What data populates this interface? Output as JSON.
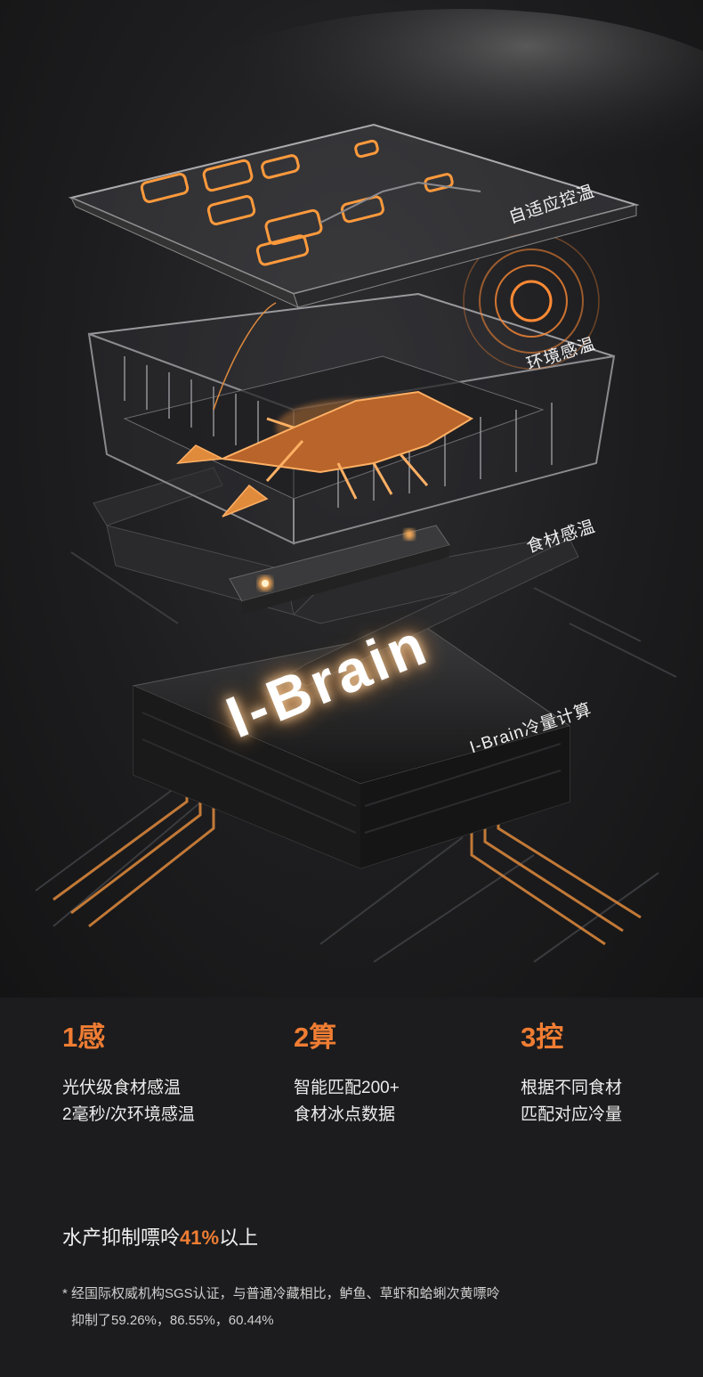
{
  "labels": {
    "adaptive": "自适应控温",
    "ambient": "环境感温",
    "food": "食材感温",
    "brain_compute": "I-Brain冷量计算",
    "brain_logo": "I-Brain"
  },
  "features": [
    {
      "num": "1感",
      "lines": [
        "光伏级食材感温",
        "2毫秒/次环境感温"
      ]
    },
    {
      "num": "2算",
      "lines": [
        "智能匹配200+",
        "食材冰点数据"
      ]
    },
    {
      "num": "3控",
      "lines": [
        "根据不同食材",
        "匹配对应冷量"
      ]
    }
  ],
  "stat": {
    "prefix": "水产抑制嘌呤",
    "highlight": "41%",
    "suffix": "以上"
  },
  "note": {
    "line1": "* 经国际权威机构SGS认证，与普通冷藏相比，鲈鱼、草虾和蛤蜊次黄嘌呤",
    "line2": "抑制了59.26%，86.55%，60.44%"
  },
  "colors": {
    "accent": "#ef7d33",
    "background": "#1c1c1e",
    "glow": "#ff9a3c"
  }
}
